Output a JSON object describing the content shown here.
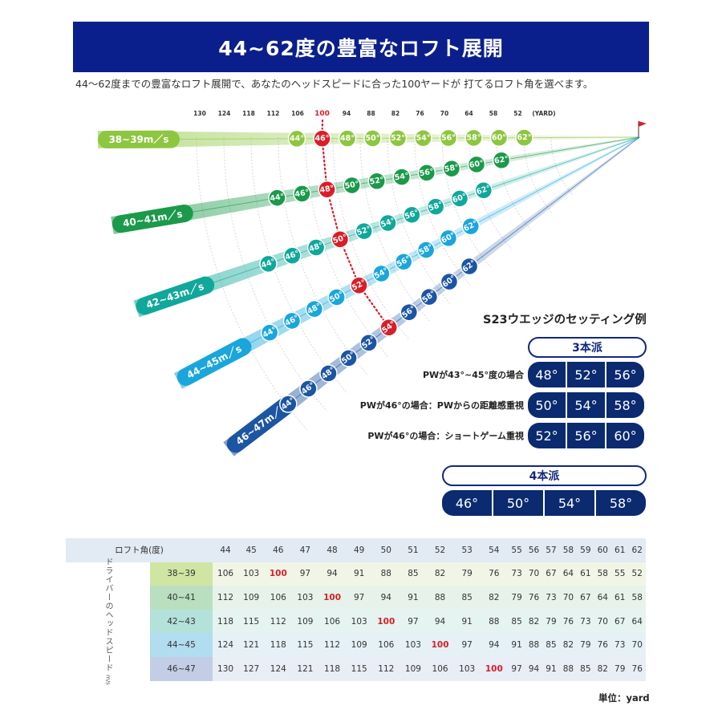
{
  "banner": {
    "title": "44~62度の豊富なロフト展開"
  },
  "subtitle": "44～62度までの豊富なロフト展開で、あなたのヘッドスピードに合った100ヤードが 打てるロフト角を選べます。",
  "colors": {
    "banner": "#0b1f8c",
    "highlight": "#d81e28",
    "flag": "#d81e28",
    "set_cell": "#0b2a6f",
    "pill_border": "#13287e"
  },
  "fan": {
    "yards": [
      "130",
      "124",
      "118",
      "112",
      "106",
      "100",
      "94",
      "88",
      "82",
      "76",
      "70",
      "64",
      "58",
      "52"
    ],
    "yard_unit": "(YARD)",
    "lines": [
      {
        "speed": "38~39m／s",
        "color": "#8dc63f",
        "lofts": [
          "44°",
          "46°",
          "48°",
          "50°",
          "52°",
          "54°",
          "56°",
          "58°",
          "60°",
          "62°"
        ],
        "highlight": "46°"
      },
      {
        "speed": "40~41m／s",
        "color": "#1a9a4a",
        "lofts": [
          "44°",
          "46°",
          "48°",
          "50°",
          "52°",
          "54°",
          "56°",
          "58°",
          "60°",
          "62°"
        ],
        "highlight": "48°"
      },
      {
        "speed": "42~43m／s",
        "color": "#10a89a",
        "lofts": [
          "44°",
          "46°",
          "48°",
          "50°",
          "52°",
          "54°",
          "56°",
          "58°",
          "60°",
          "62°"
        ],
        "highlight": "50°"
      },
      {
        "speed": "44~45m／s",
        "color": "#1aa6dc",
        "lofts": [
          "44°",
          "46°",
          "48°",
          "50°",
          "52°",
          "54°",
          "56°",
          "58°",
          "60°",
          "62°"
        ],
        "highlight": "52°"
      },
      {
        "speed": "46~47m／s",
        "color": "#1c55a3",
        "lofts": [
          "44°",
          "46°",
          "48°",
          "50°",
          "52°",
          "54°",
          "56°",
          "58°",
          "60°",
          "62°"
        ],
        "highlight": "54°"
      }
    ]
  },
  "setting": {
    "title": "S23ウエッジのセッティング例",
    "three_header": "3本派",
    "three_rows": [
      {
        "label": "PWが43°~45°度の場合",
        "lofts": [
          "48°",
          "52°",
          "56°"
        ]
      },
      {
        "label": "PWが46°の場合：PWからの距離感重視",
        "lofts": [
          "50°",
          "54°",
          "58°"
        ]
      },
      {
        "label": "PWが46°の場合：ショートゲーム重視",
        "lofts": [
          "52°",
          "56°",
          "60°"
        ]
      }
    ],
    "four_header": "4本派",
    "four_lofts": [
      "46°",
      "50°",
      "54°",
      "58°"
    ]
  },
  "table": {
    "corner": "ロフト角(度)",
    "side_label": "ドライバーのヘッドスピード",
    "side_unit": "m/s",
    "lofts": [
      "44",
      "45",
      "46",
      "47",
      "48",
      "49",
      "50",
      "51",
      "52",
      "53",
      "54",
      "55",
      "56",
      "57",
      "58",
      "59",
      "60",
      "61",
      "62"
    ],
    "rows": [
      {
        "speed": "38~39",
        "values": [
          "106",
          "103",
          "100",
          "97",
          "94",
          "91",
          "88",
          "85",
          "82",
          "79",
          "76",
          "73",
          "70",
          "67",
          "64",
          "61",
          "58",
          "55",
          "52"
        ]
      },
      {
        "speed": "40~41",
        "values": [
          "112",
          "109",
          "106",
          "103",
          "100",
          "97",
          "94",
          "91",
          "88",
          "85",
          "82",
          "79",
          "76",
          "73",
          "70",
          "67",
          "64",
          "61",
          "58"
        ]
      },
      {
        "speed": "42~43",
        "values": [
          "118",
          "115",
          "112",
          "109",
          "106",
          "103",
          "100",
          "97",
          "94",
          "91",
          "88",
          "85",
          "82",
          "79",
          "76",
          "73",
          "70",
          "67",
          "64"
        ]
      },
      {
        "speed": "44~45",
        "values": [
          "124",
          "121",
          "118",
          "115",
          "112",
          "109",
          "106",
          "103",
          "100",
          "97",
          "94",
          "91",
          "88",
          "85",
          "82",
          "79",
          "76",
          "73",
          "70"
        ]
      },
      {
        "speed": "46~47",
        "values": [
          "130",
          "127",
          "124",
          "121",
          "118",
          "115",
          "112",
          "109",
          "106",
          "103",
          "100",
          "97",
          "94",
          "91",
          "88",
          "85",
          "82",
          "79",
          "76"
        ]
      }
    ],
    "unit": "単位：yard"
  }
}
